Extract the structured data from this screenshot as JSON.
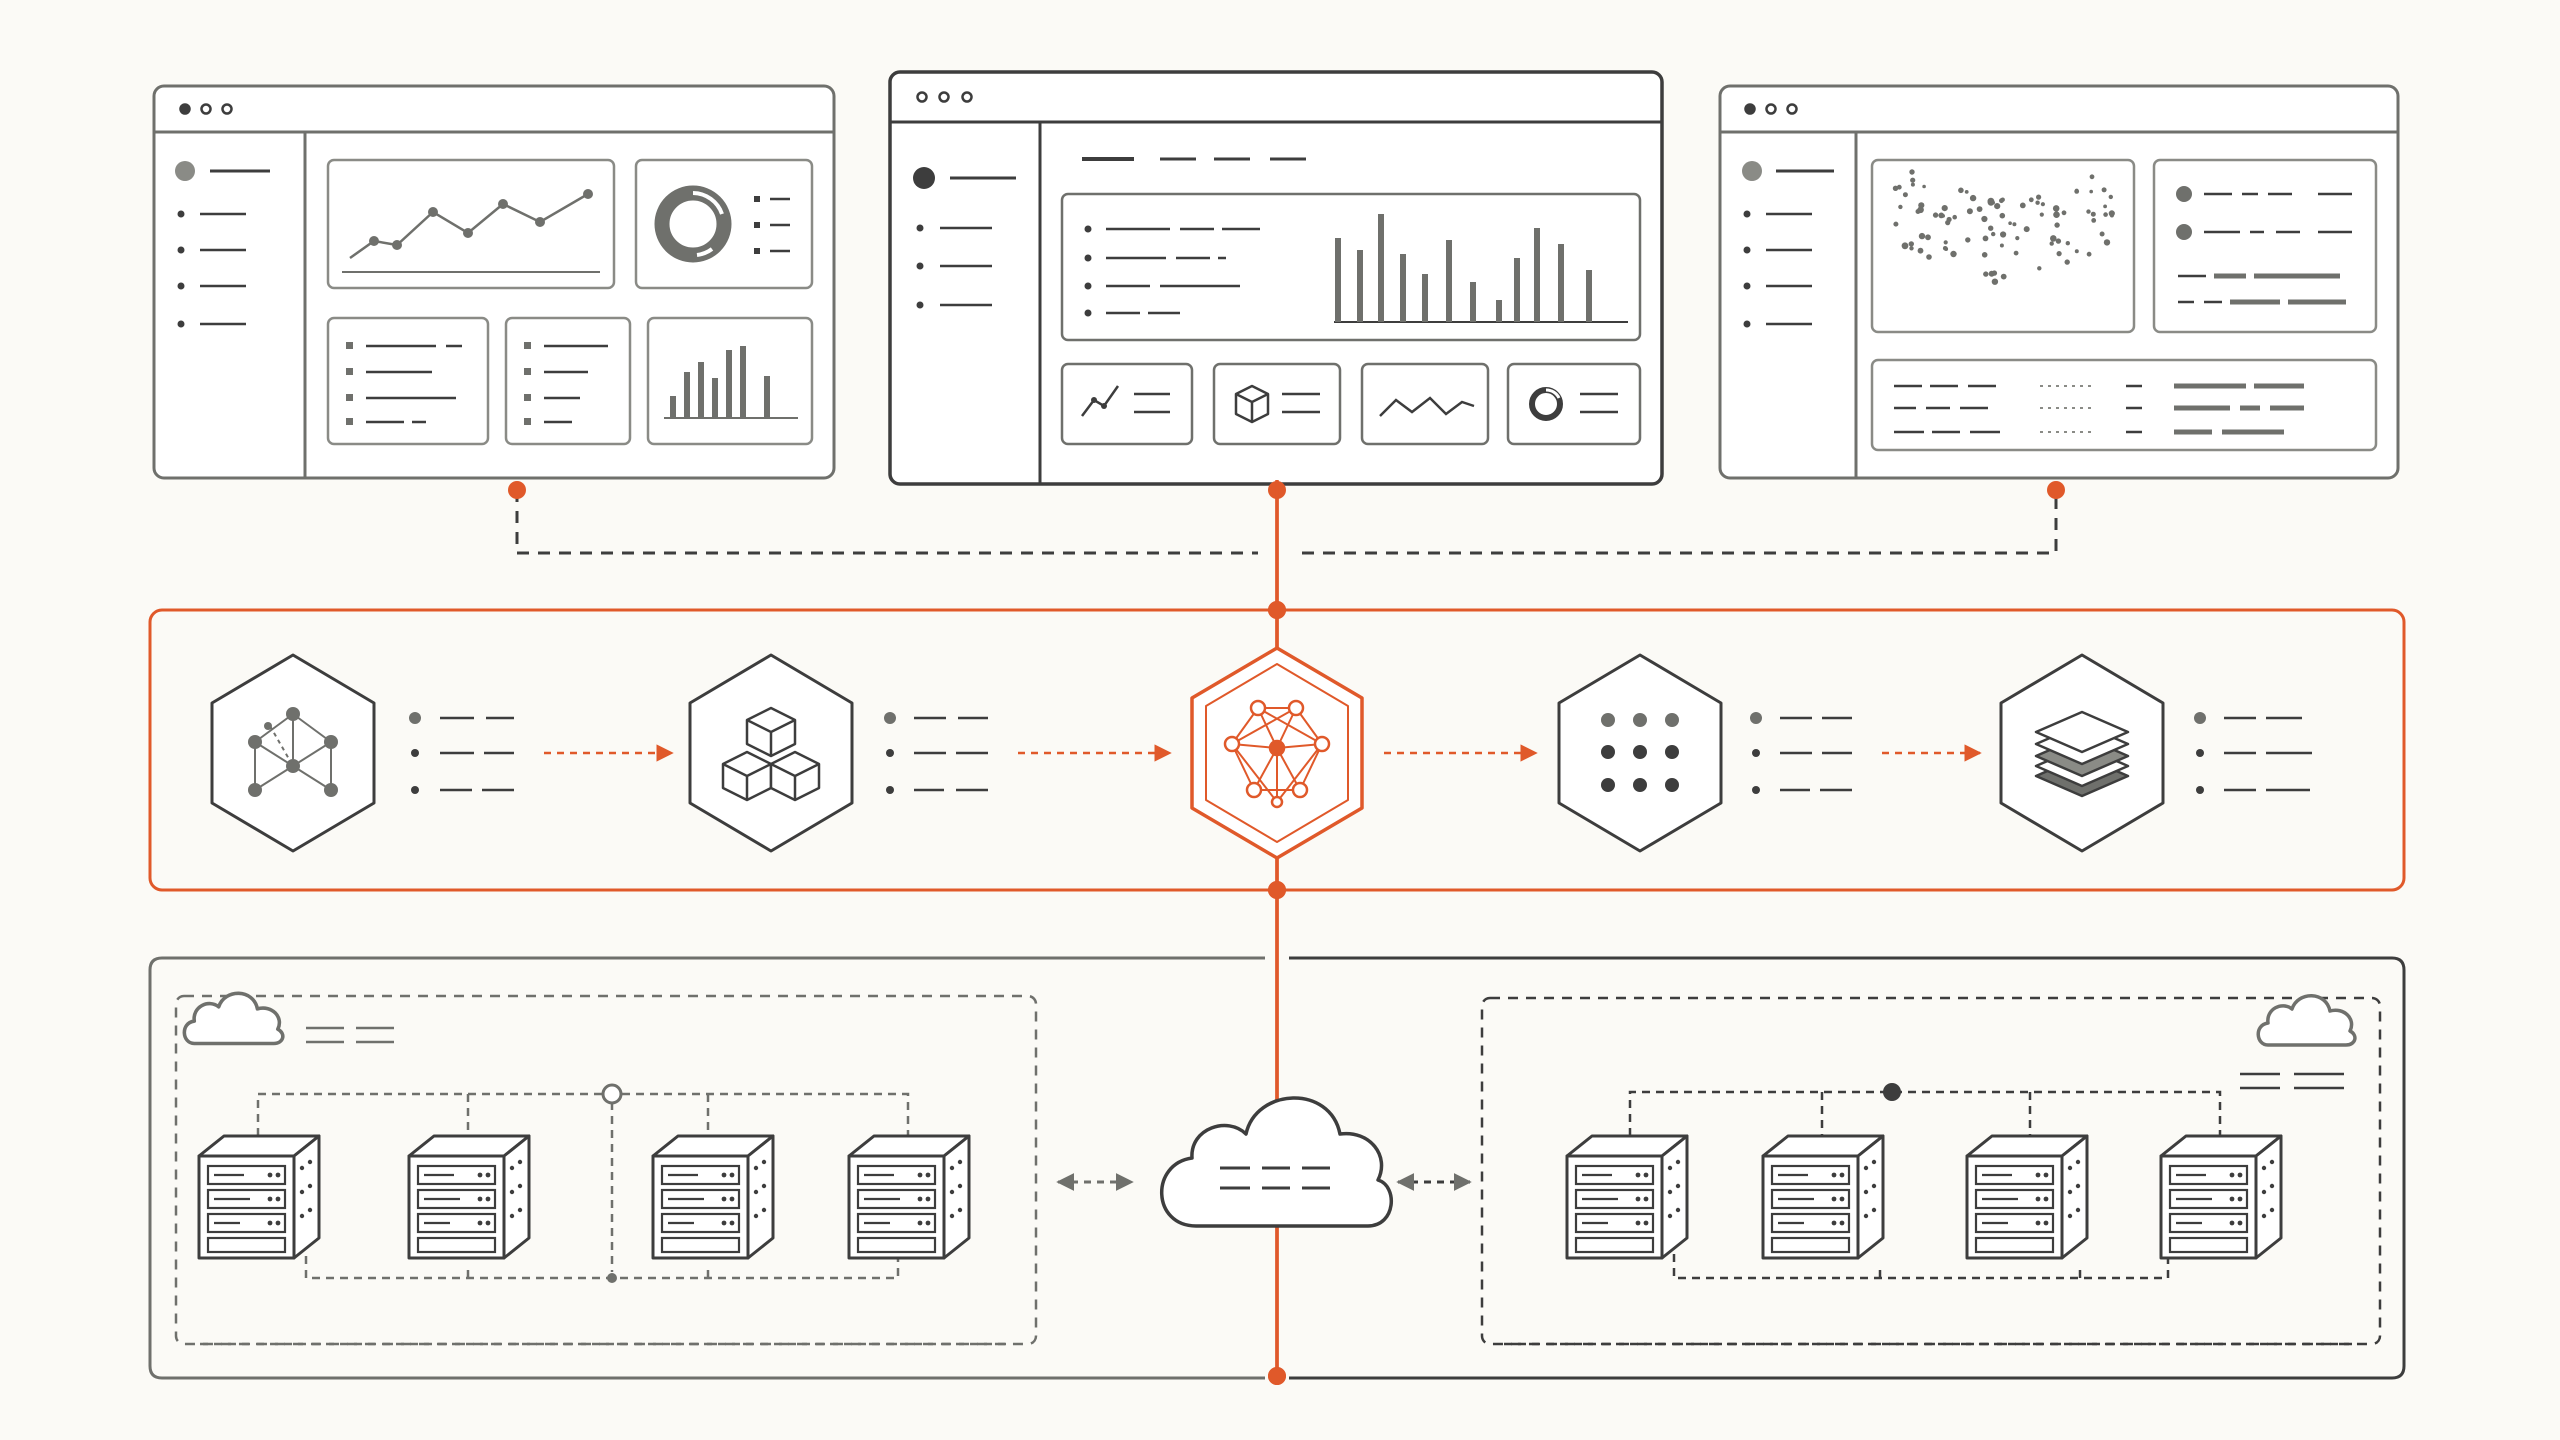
{
  "colors": {
    "background": "#fbfaf6",
    "ink": "#3d3d3d",
    "muted": "#6f706c",
    "accent": "#e0592a",
    "fill": "#ffffff"
  },
  "dashboards": {
    "left": {
      "widgets": [
        "line-chart",
        "donut-chart",
        "list",
        "list",
        "bar-chart"
      ]
    },
    "center": {
      "widgets": [
        "list",
        "bar-chart",
        "line-chart",
        "cube",
        "zigzag",
        "donut"
      ]
    },
    "right": {
      "widgets": [
        "scatter-plot",
        "legend",
        "table"
      ]
    }
  },
  "pipeline": {
    "stages": [
      {
        "icon": "graph-nodes-icon"
      },
      {
        "icon": "stacked-cubes-icon"
      },
      {
        "icon": "neural-network-icon",
        "highlight": true
      },
      {
        "icon": "dot-grid-icon"
      },
      {
        "icon": "layers-icon"
      }
    ]
  },
  "infrastructure": {
    "left_cluster": {
      "icon": "cloud-icon",
      "servers": 4
    },
    "hub": {
      "icon": "cloud-icon"
    },
    "right_cluster": {
      "icon": "cloud-icon",
      "servers": 4
    }
  }
}
